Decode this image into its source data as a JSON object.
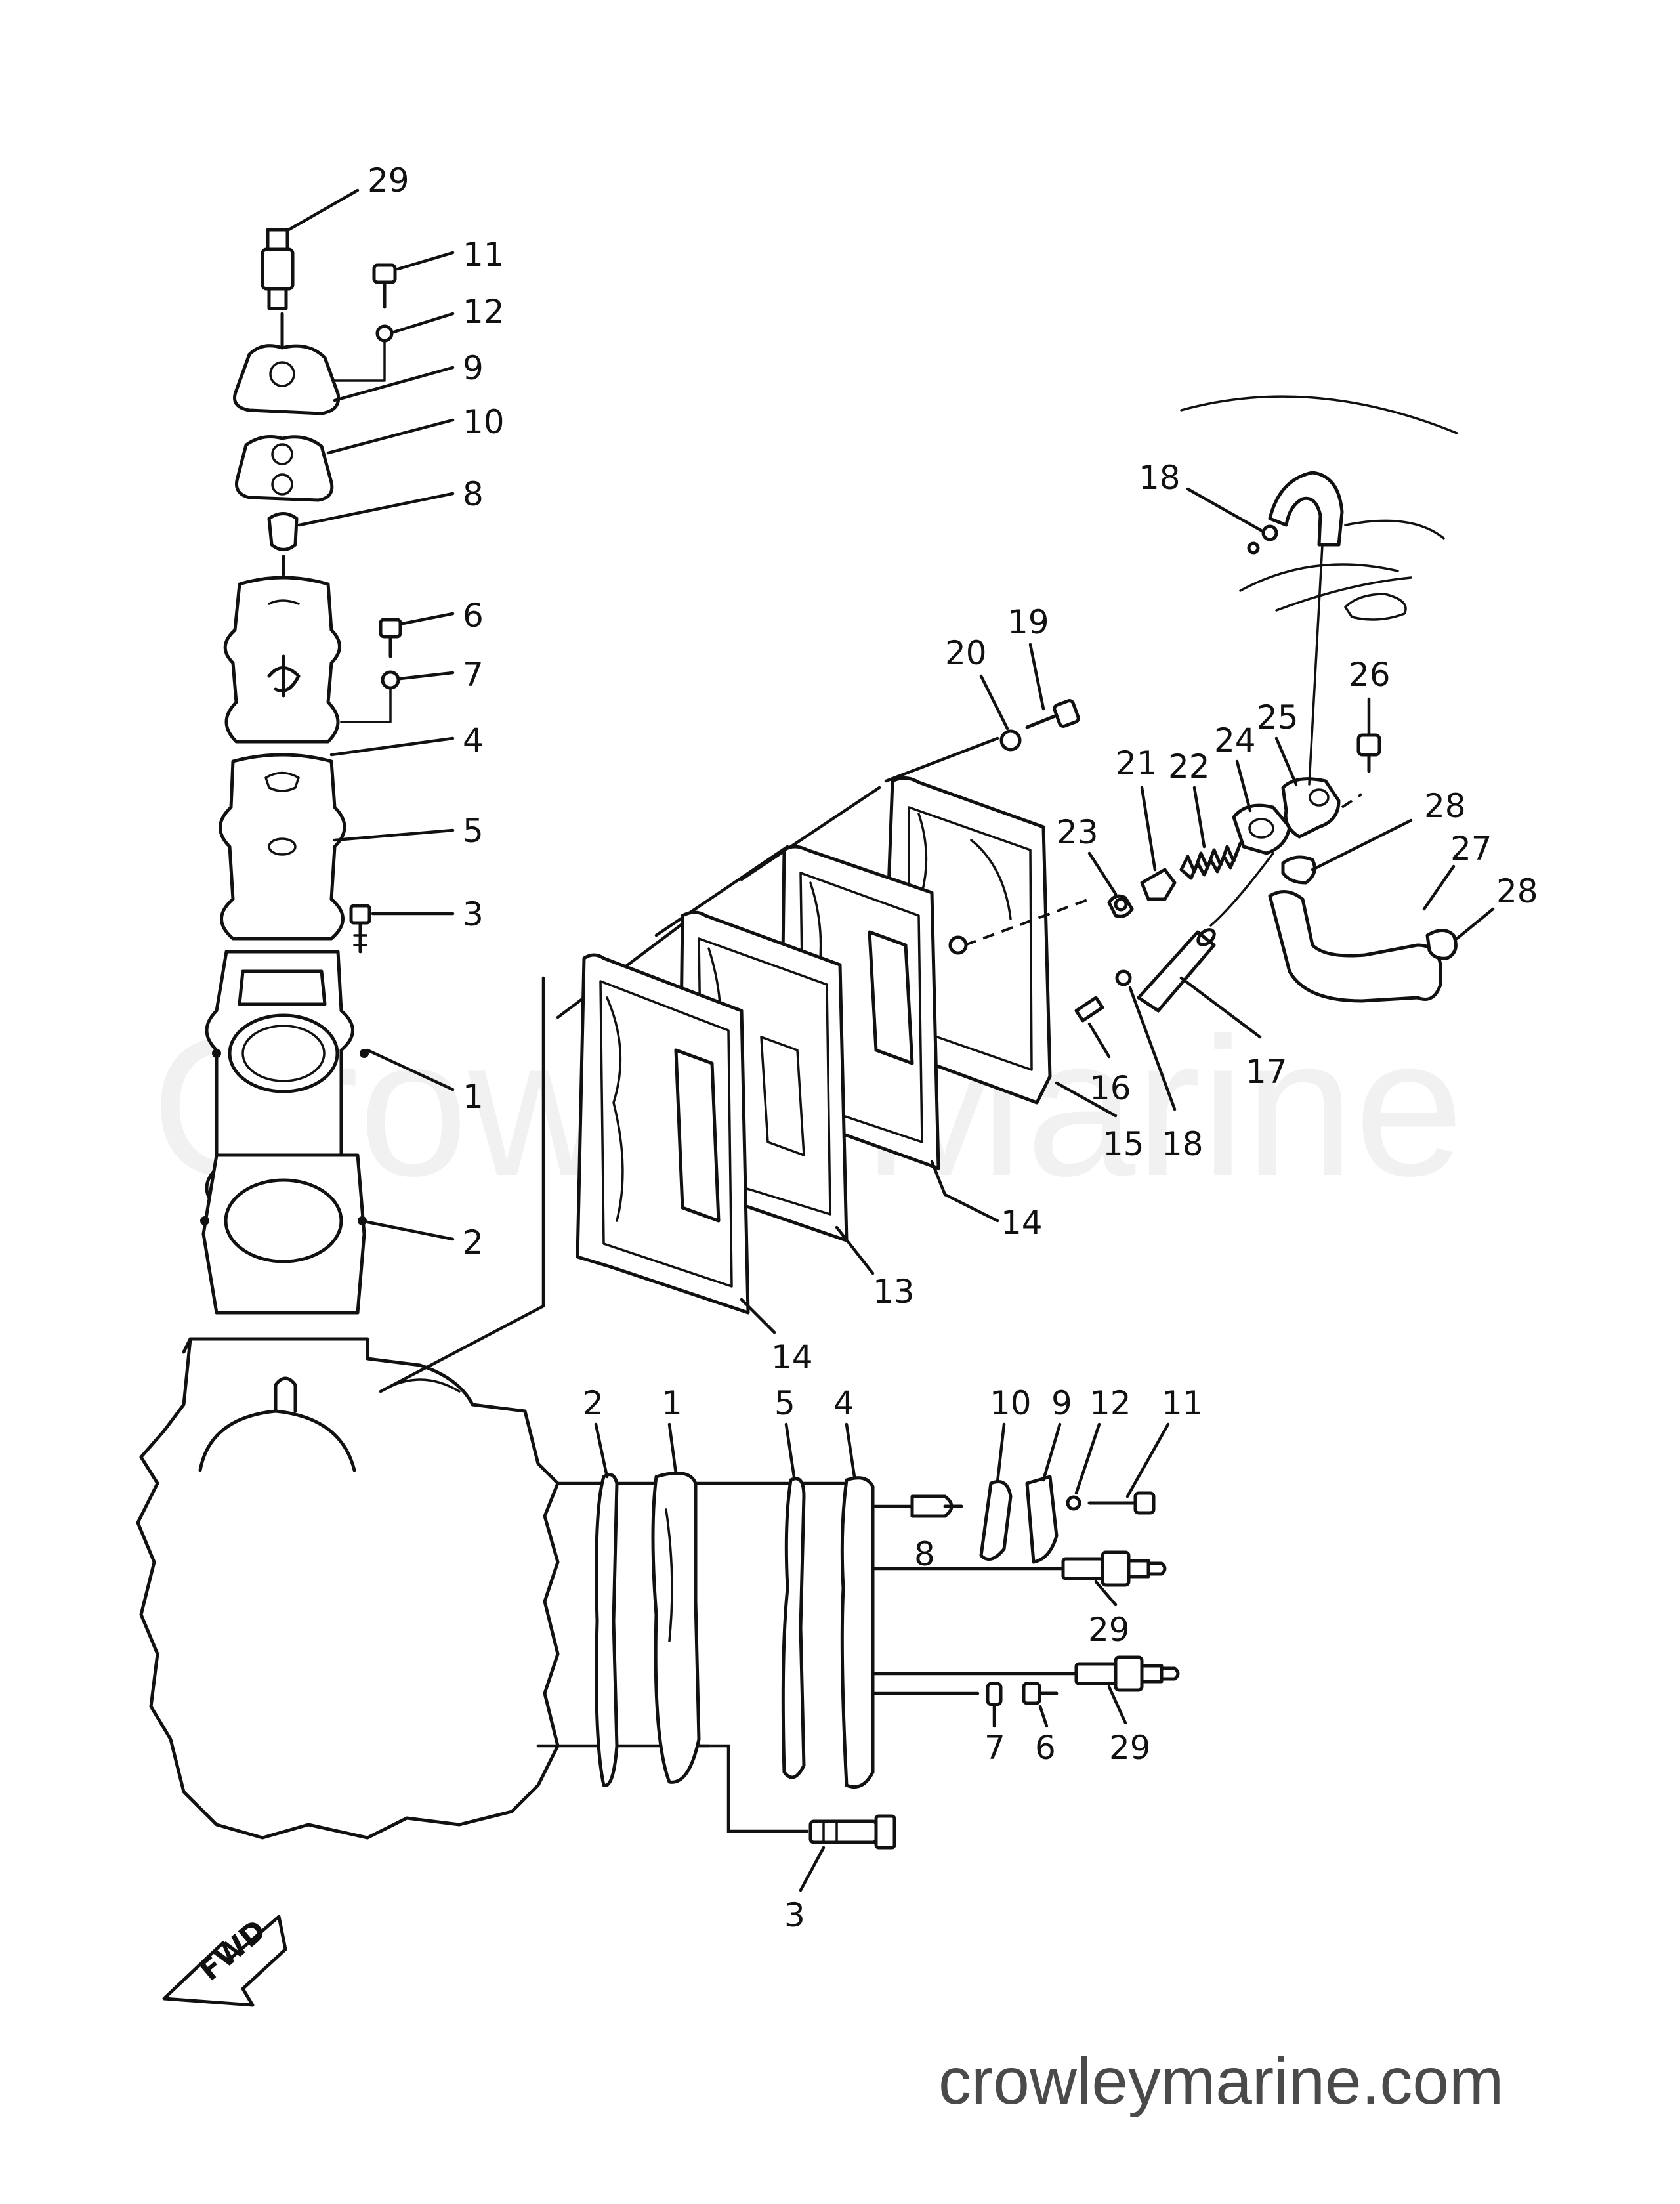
{
  "diagram": {
    "watermark": "CrowleyMarine",
    "site": "crowleymarine.com",
    "direction_label": "FWD",
    "callouts_upper_stack": [
      "29",
      "11",
      "12",
      "9",
      "10",
      "8",
      "6",
      "7",
      "4",
      "5",
      "3",
      "1",
      "2"
    ],
    "callouts_cover_group": [
      "20",
      "19",
      "23",
      "21",
      "22",
      "24",
      "25",
      "26",
      "28",
      "27",
      "28",
      "18",
      "16",
      "18",
      "17",
      "15",
      "14",
      "13",
      "14"
    ],
    "callouts_side_view": [
      "2",
      "1",
      "5",
      "4",
      "10",
      "9",
      "12",
      "11",
      "8",
      "29",
      "29",
      "7",
      "6",
      "3"
    ]
  }
}
